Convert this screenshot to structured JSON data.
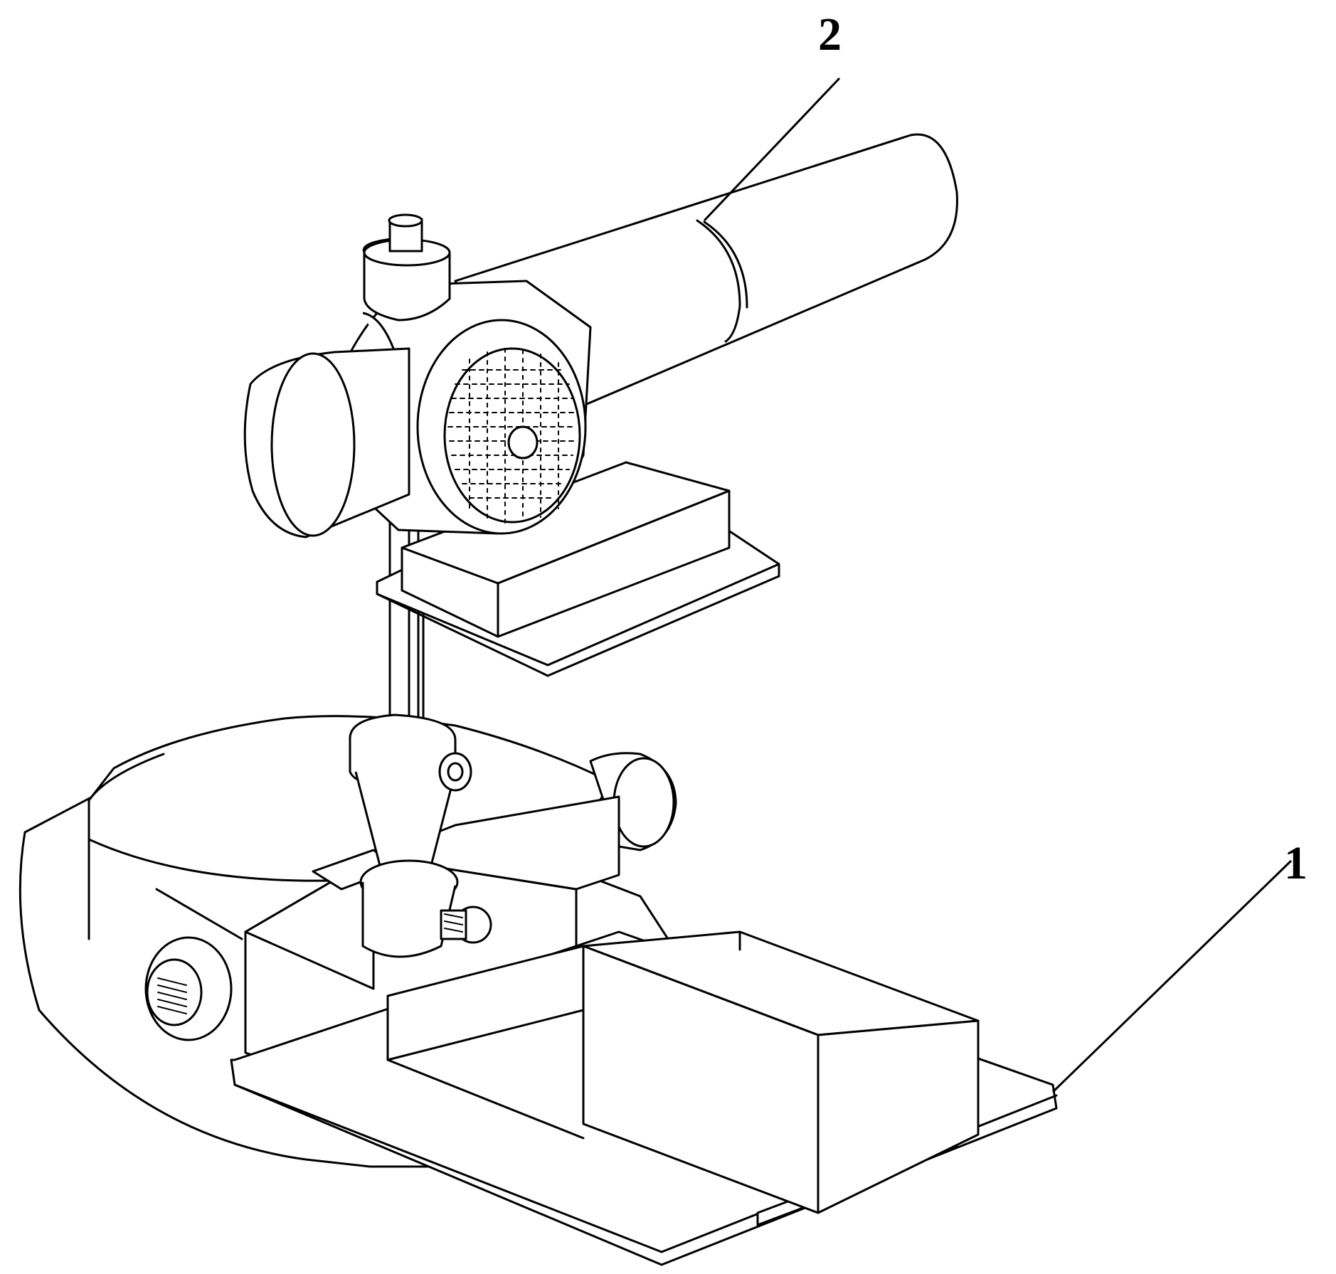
{
  "figure": {
    "reference_labels": [
      {
        "id": "grinding-unit",
        "text": "2"
      },
      {
        "id": "base-assembly",
        "text": "1"
      }
    ]
  },
  "colors": {
    "line": "#000000",
    "background": "#ffffff"
  }
}
